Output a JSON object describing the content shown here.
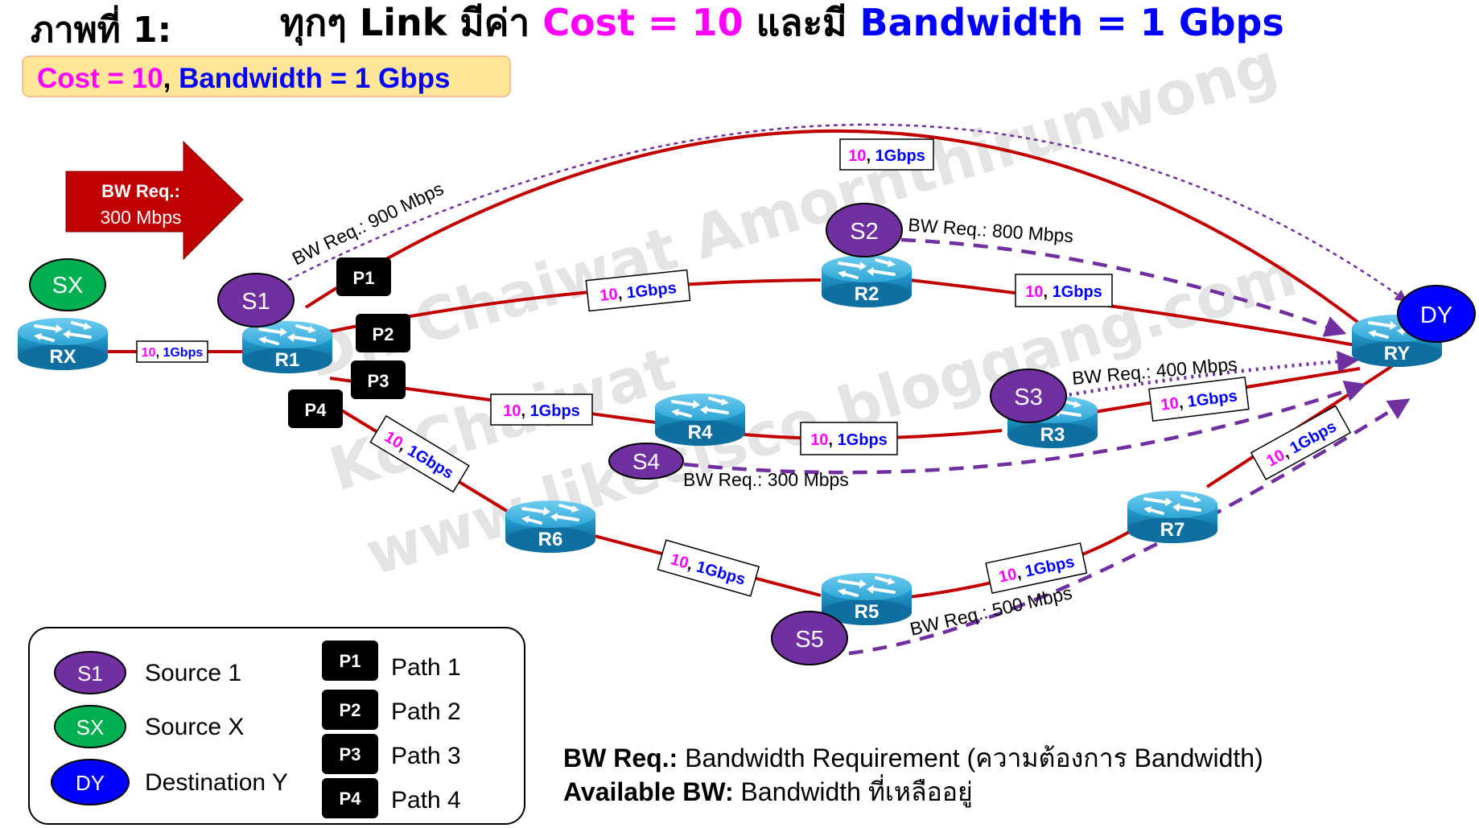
{
  "title": {
    "figure_label": "ภาพที่ 1:",
    "part1": "ทุกๆ Link มีค่า ",
    "cost": "Cost = 10",
    "part2": " และมี ",
    "bandwidth": "Bandwidth = 1 Gbps"
  },
  "banner": {
    "cost": "Cost = 10",
    "comma": ", ",
    "bandwidth": "Bandwidth = 1 Gbps"
  },
  "bw_arrow": {
    "line1": "BW Req.:",
    "line2": "300 Mbps"
  },
  "link_cost": "10",
  "link_sep": ", ",
  "link_bw": "1Gbps",
  "routers": {
    "rx": "RX",
    "r1": "R1",
    "r2": "R2",
    "r3": "R3",
    "r4": "R4",
    "r5": "R5",
    "r6": "R6",
    "r7": "R7",
    "ry": "RY"
  },
  "nodes": {
    "sx": "SX",
    "s1": "S1",
    "s2": "S2",
    "s3": "S3",
    "s4": "S4",
    "s5": "S5",
    "dy": "DY"
  },
  "paths": {
    "p1": "P1",
    "p2": "P2",
    "p3": "P3",
    "p4": "P4"
  },
  "flows": {
    "s1": "BW Req.: 900 Mbps",
    "s2": "BW Req.: 800 Mbps",
    "s3": "BW Req.: 400 Mbps",
    "s4": "BW Req.: 300 Mbps",
    "s5": "BW Req.: 500 Mbps"
  },
  "legend": {
    "s1": "Source 1",
    "sx": "Source X",
    "dy": "Destination Y",
    "p1": "Path 1",
    "p2": "Path 2",
    "p3": "Path 3",
    "p4": "Path 4"
  },
  "definitions": {
    "bw_term": "BW Req.:",
    "bw_text": " Bandwidth Requirement (ความต้องการ Bandwidth)",
    "avail_term": "Available BW:",
    "avail_text": " Bandwidth ที่เหลืออยู่"
  },
  "watermark": {
    "line1": "Dr. Chaiwat Amornthirunwong",
    "line2": "KoChaiwat",
    "line3": "www.likecisco.bloggang.com"
  },
  "colors": {
    "link_red": "#c00000",
    "source_purple": "#7030a0",
    "sx_green": "#00b050",
    "dy_blue": "#0000ff",
    "cost_magenta": "#ff00ff",
    "bw_blue": "#0000ff",
    "router_blue": "#1b9bd0",
    "banner_fill": "#ffe699",
    "arrow_red": "#c00000"
  }
}
